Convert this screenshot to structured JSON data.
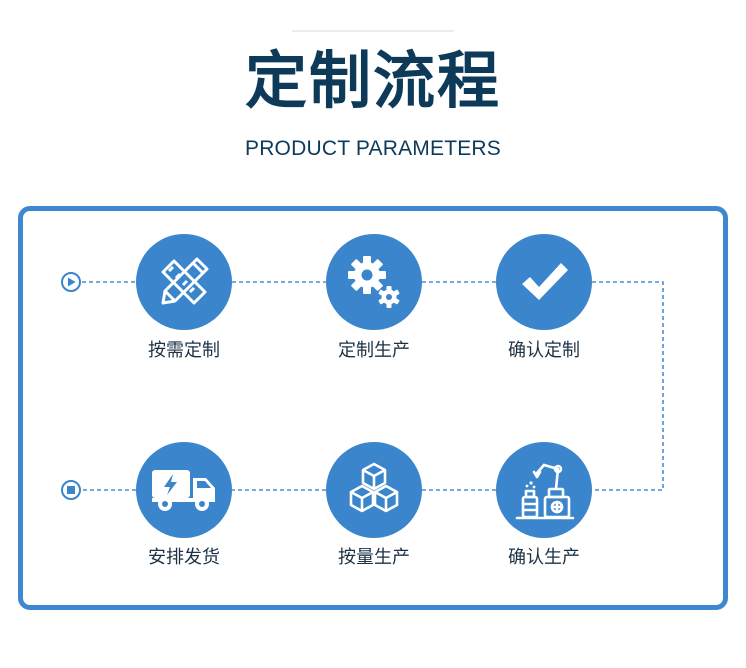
{
  "header": {
    "title": "定制流程",
    "subtitle": "PRODUCT PARAMETERS"
  },
  "colors": {
    "title": "#0e3a5a",
    "accent": "#3a85cc",
    "panel_border": "#3f88d1",
    "connector": "#4a8fd4"
  },
  "flow": {
    "start_marker_icon": "play-circle-icon",
    "end_marker_icon": "stop-circle-icon",
    "steps": [
      {
        "label": "按需定制",
        "icon": "pencil-ruler-icon"
      },
      {
        "label": "定制生产",
        "icon": "gears-icon"
      },
      {
        "label": "确认定制",
        "icon": "checkmark-icon"
      },
      {
        "label": "确认生产",
        "icon": "robot-arm-icon"
      },
      {
        "label": "按量生产",
        "icon": "boxes-icon"
      },
      {
        "label": "安排发货",
        "icon": "delivery-truck-icon"
      }
    ]
  }
}
